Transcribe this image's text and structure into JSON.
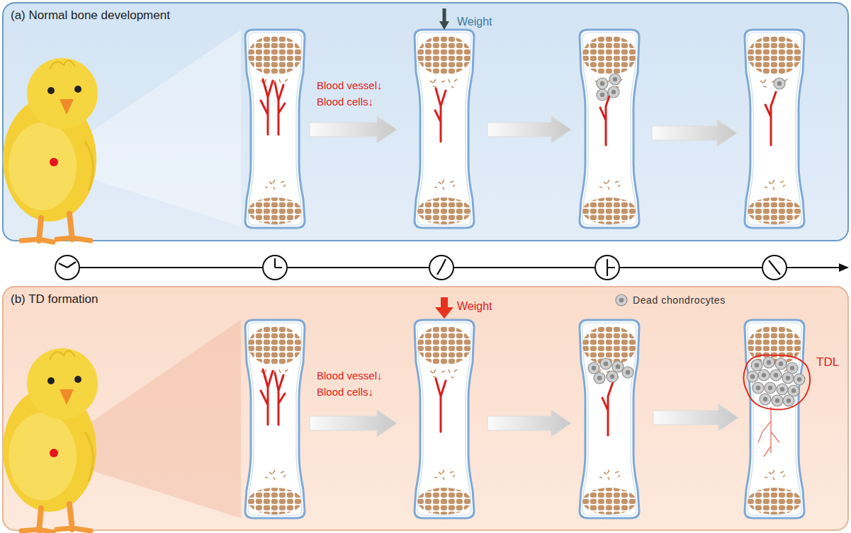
{
  "diagram": {
    "nodes": [
      {
        "text": [
          "(a) Normal bone development"
        ]
      },
      {
        "text": [
          "(b) TD formation"
        ]
      }
    ],
    "labels": [
      "Weight",
      "Blood vessel↓",
      "Blood cells↓",
      "Weight",
      "Blood vessel↓",
      "Blood cells↓",
      "TDL"
    ],
    "legend": [
      {
        "text": "Dead chondrocytes"
      }
    ]
  }
}
